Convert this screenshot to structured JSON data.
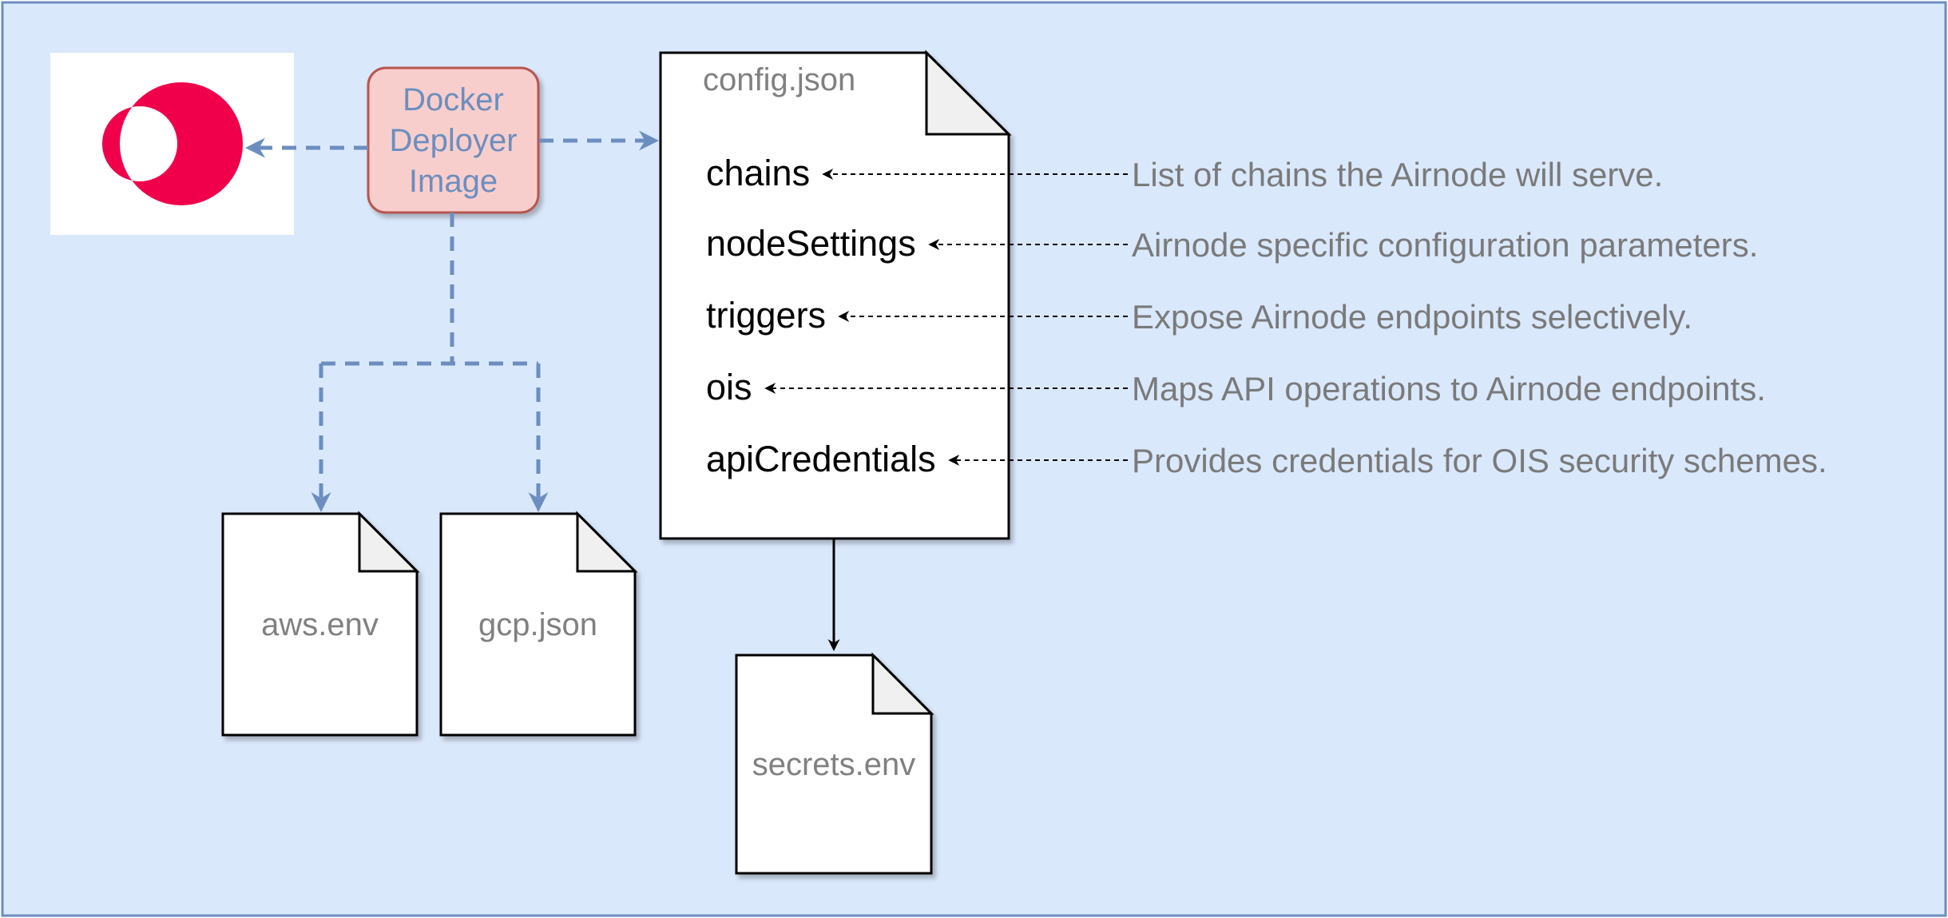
{
  "colors": {
    "background": "#dae8fc",
    "border": "#6c8ebf",
    "docker_fill": "#f8cecc",
    "docker_stroke": "#b85450",
    "docker_text": "#6c8ebf",
    "logo_red": "#f0004a",
    "description_text": "#7a7a7a",
    "field_text": "#000000"
  },
  "docker": {
    "label_line1": "Docker",
    "label_line2": "Deployer",
    "label_line3": "Image"
  },
  "logo": {
    "icon": "airnode-logo-icon"
  },
  "config_file": {
    "name": "config.json",
    "fields": [
      {
        "key": "chains",
        "description": "List of chains the Airnode will serve."
      },
      {
        "key": "nodeSettings",
        "description": "Airnode specific configuration parameters."
      },
      {
        "key": "triggers",
        "description": "Expose Airnode endpoints selectively."
      },
      {
        "key": "ois",
        "description": "Maps API operations to Airnode endpoints."
      },
      {
        "key": "apiCredentials",
        "description": "Provides credentials for OIS security schemes."
      }
    ]
  },
  "files": {
    "aws": "aws.env",
    "gcp": "gcp.json",
    "secrets": "secrets.env"
  }
}
